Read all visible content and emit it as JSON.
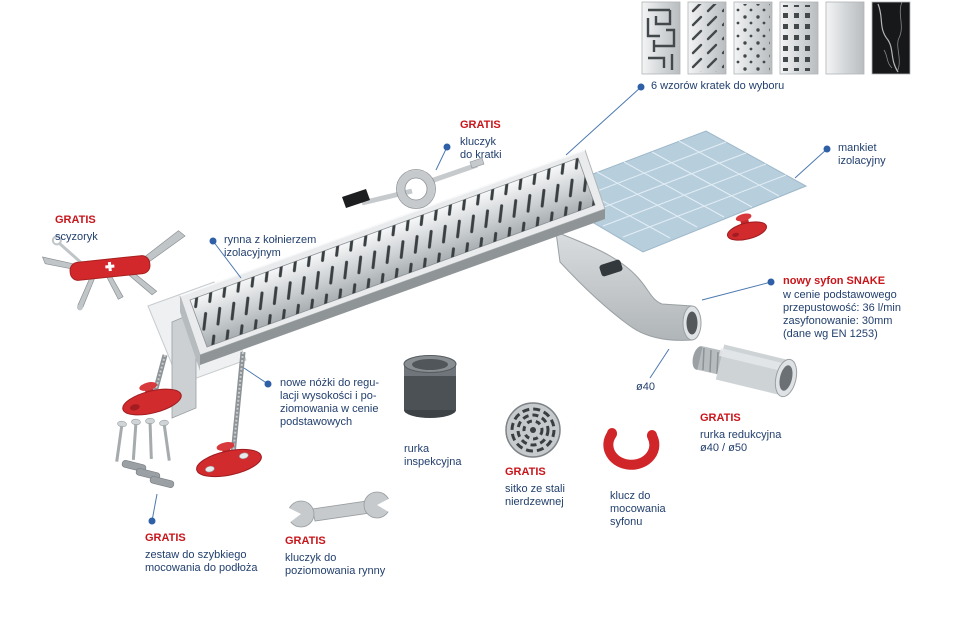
{
  "colors": {
    "accent_red": "#c8151a",
    "text_blue": "#23406e",
    "leader_line_blue": "#4d79b0",
    "dot_blue": "#2e5fa7",
    "mat_blue": "#b7cedd",
    "foot_red": "#d22b2e",
    "steel_grey": "#c6cacd"
  },
  "labels": {
    "gratis": "GRATIS"
  },
  "callouts": {
    "grates": {
      "label": "6 wzorów kratek do wyboru"
    },
    "mankiet": {
      "label": "mankiet\nizolacyjny"
    },
    "grate_key": {
      "gratis": "GRATIS",
      "label": "kluczyk\ndo kratki"
    },
    "pocket_knife": {
      "gratis": "GRATIS",
      "label": "scyzoryk"
    },
    "channel": {
      "label": "rynna z kołnierzem\nizolacyjnym"
    },
    "syphon": {
      "title": "nowy syfon SNAKE",
      "body": "w cenie podstawowego\nprzepustowość: 36 l/min\nzasyfonowanie: 30mm\n(dane wg EN 1253)"
    },
    "diameter": {
      "label": "ø40"
    },
    "feet": {
      "label": "nowe nóżki do regu-\nlacji wysokości i po-\nziomowania w cenie\npodstawowych"
    },
    "inspection_tube": {
      "label": "rurka\ninspekcyjna"
    },
    "strainer": {
      "gratis": "GRATIS",
      "label": "sitko ze stali\nnierdzewnej"
    },
    "syphon_wrench": {
      "label": "klucz do\nmocowania\nsyfonu"
    },
    "reducer": {
      "gratis": "GRATIS",
      "label": "rurka redukcyjna\nø40 / ø50"
    },
    "mounting_set": {
      "gratis": "GRATIS",
      "label": "zestaw do szybkiego\nmocowania do podłoża"
    },
    "leveling_wrench": {
      "gratis": "GRATIS",
      "label": "kluczyk do\npoziomowania rynny"
    }
  },
  "icons": {
    "grate_thumbnails": [
      "maze-pattern",
      "diagonal-slots-pattern",
      "dots-pattern",
      "squares-pattern",
      "plain-pattern",
      "black-marble-pattern"
    ],
    "accessories": [
      "grate-key-image",
      "pocket-knife-image",
      "inspection-tube-image",
      "strainer-image",
      "syphon-wrench-image",
      "reducer-tube-image",
      "mounting-set-image",
      "leveling-wrench-image",
      "insulation-mat",
      "leveling-foot",
      "syphon"
    ]
  }
}
